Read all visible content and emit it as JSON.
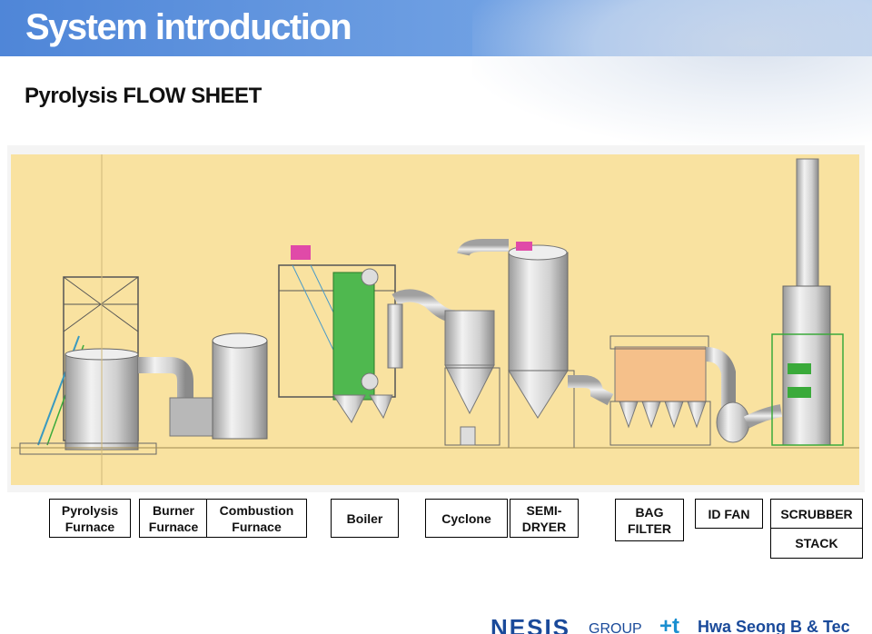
{
  "header": {
    "title": "System introduction"
  },
  "subtitle": "Pyrolysis FLOW SHEET",
  "labels": [
    {
      "id": "pyrolysis",
      "text": "Pyrolysis\nFurnace"
    },
    {
      "id": "burner",
      "text": "Burner\nFurnace"
    },
    {
      "id": "combustion",
      "text": "Combustion\nFurnace"
    },
    {
      "id": "boiler",
      "text": "Boiler"
    },
    {
      "id": "cyclone",
      "text": "Cyclone"
    },
    {
      "id": "semidryer",
      "text": "SEMI-\nDRYER"
    },
    {
      "id": "bagfilter",
      "text": "BAG\nFILTER"
    },
    {
      "id": "idfan",
      "text": "ID FAN"
    },
    {
      "id": "scrubber",
      "text": "SCRUBBER"
    },
    {
      "id": "stack",
      "text": "STACK"
    }
  ],
  "footer": {
    "brand": "NESIS",
    "group": "GROUP",
    "mark": "+t",
    "partner": "Hwa Seong B & Tec"
  },
  "colors": {
    "header": "#5b8fdc",
    "panel": "#f9e2a0",
    "equipment": "#d8d8d8",
    "frame": "#555555",
    "accent_green": "#3aaa3a"
  }
}
